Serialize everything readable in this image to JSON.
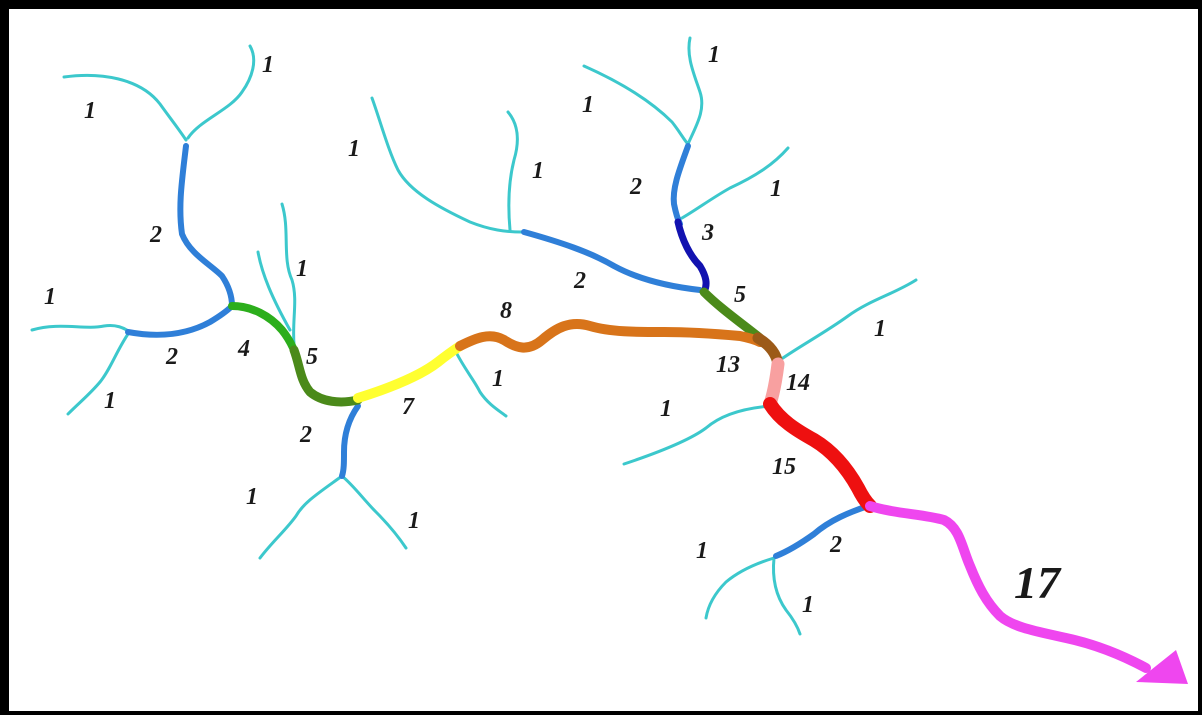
{
  "diagram": {
    "colors": {
      "order_1": "#3cc8cc",
      "order_2": "#2f7fd8",
      "order_3": "#1212b0",
      "order_4": "#2cae1c",
      "order_5": "#4b8a1a",
      "order_7": "#ffff30",
      "order_8": "#d8741a",
      "order_13": "#9c5a18",
      "order_14": "#f8a0a0",
      "order_15": "#ee1010",
      "order_17": "#ef46ef"
    },
    "labels": {
      "n1": "1",
      "n2": "2",
      "n3": "3",
      "n4": "4",
      "n5": "5",
      "n7": "7",
      "n8": "8",
      "n13": "13",
      "n14": "14",
      "n15": "15",
      "n17": "17"
    }
  }
}
